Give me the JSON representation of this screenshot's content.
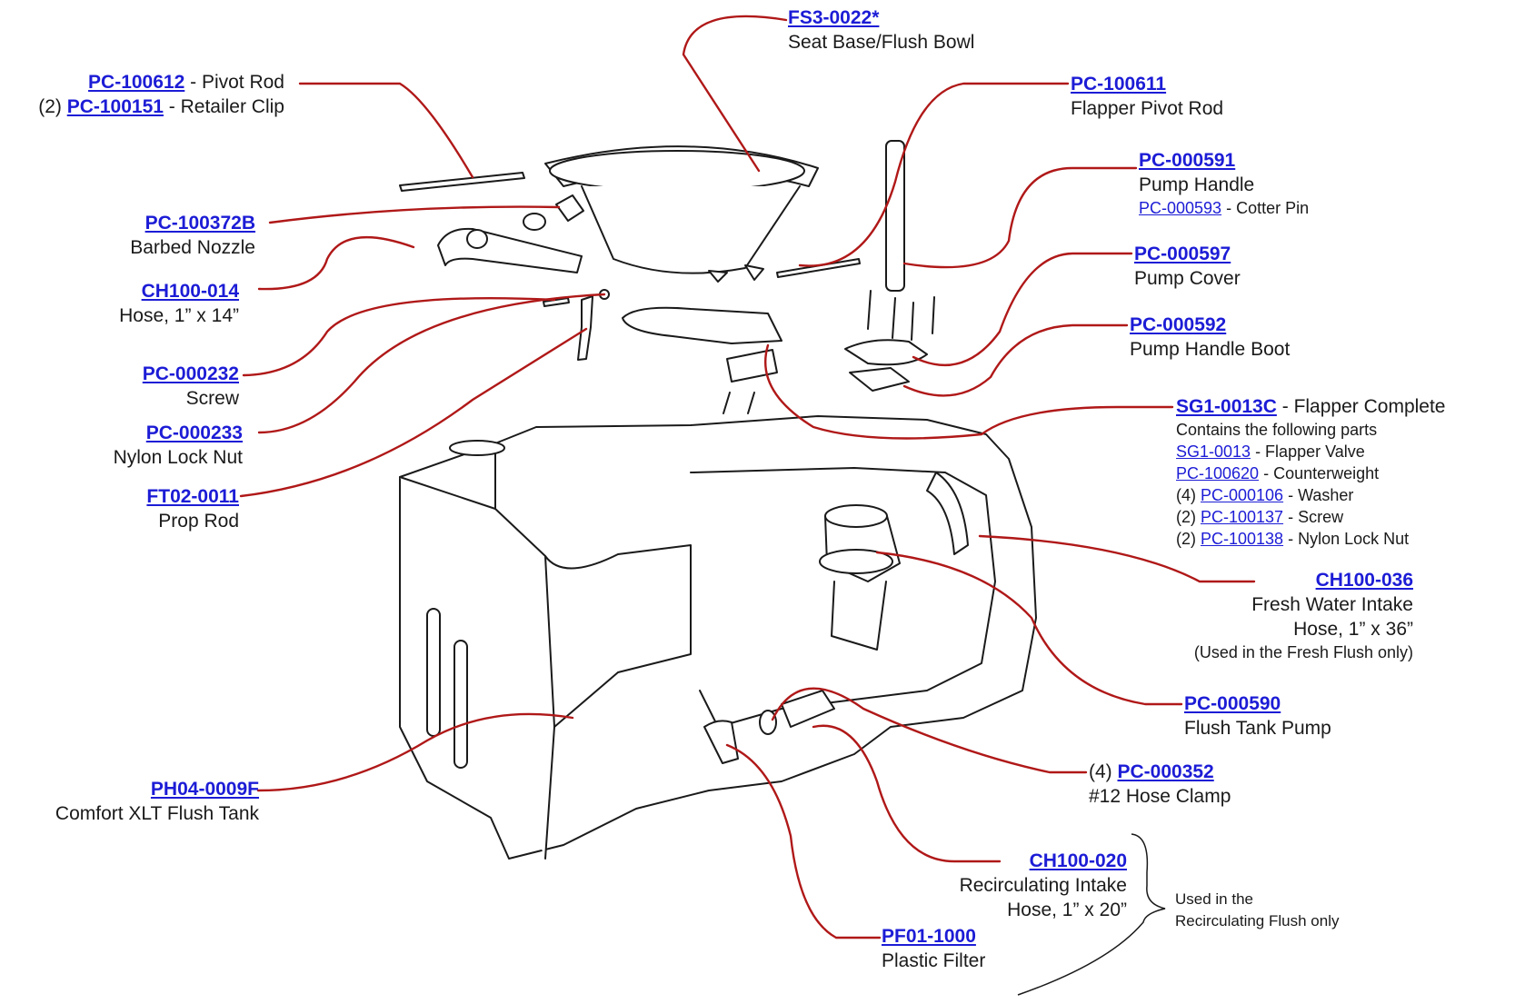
{
  "colors": {
    "leader": "#b01818",
    "link": "#1c1cd6",
    "outline": "#1a1a1a"
  },
  "parts": {
    "fs3": {
      "num": "FS3-0022*",
      "name": "Seat Base/Flush Bowl"
    },
    "pivot": {
      "num": "PC-100612",
      "name": " - Pivot Rod",
      "clip_prefix": "(2) ",
      "clip_num": "PC-100151",
      "clip_name": " - Retailer Clip"
    },
    "nozzle": {
      "num": "PC-100372B",
      "name": "Barbed Nozzle"
    },
    "hose14": {
      "num": "CH100-014",
      "name": "Hose, 1” x 14”"
    },
    "screw": {
      "num": "PC-000232",
      "name": "Screw"
    },
    "locknut": {
      "num": "PC-000233",
      "name": "Nylon Lock Nut"
    },
    "prop": {
      "num": "FT02-0011",
      "name": "Prop Rod"
    },
    "tank": {
      "num": "PH04-0009F",
      "name": "Comfort XLT Flush Tank"
    },
    "flapper_rod": {
      "num": "PC-100611",
      "name": "Flapper Pivot Rod"
    },
    "pump_handle": {
      "num": "PC-000591",
      "name": "Pump Handle",
      "sub_num": "PC-000593",
      "sub_name": " - Cotter Pin"
    },
    "pump_cover": {
      "num": "PC-000597",
      "name": "Pump Cover"
    },
    "boot": {
      "num": "PC-000592",
      "name": "Pump Handle Boot"
    },
    "flapper": {
      "num": "SG1-0013C",
      "name": " - Flapper Complete",
      "contains": "Contains the following parts",
      "items": [
        {
          "prefix": "",
          "num": "SG1-0013",
          "name": " - Flapper Valve"
        },
        {
          "prefix": "",
          "num": "PC-100620",
          "name": " - Counterweight"
        },
        {
          "prefix": "(4) ",
          "num": "PC-000106",
          "name": " - Washer"
        },
        {
          "prefix": "(2) ",
          "num": "PC-100137",
          "name": " - Screw"
        },
        {
          "prefix": "(2) ",
          "num": "PC-100138",
          "name": " - Nylon Lock Nut"
        }
      ]
    },
    "hose36": {
      "num": "CH100-036",
      "name1": "Fresh Water Intake",
      "name2": "Hose, 1” x 36”",
      "note": "(Used in the Fresh Flush only)"
    },
    "pump": {
      "num": "PC-000590",
      "name": "Flush Tank Pump"
    },
    "clamp": {
      "prefix": "(4) ",
      "num": "PC-000352",
      "name": "#12 Hose Clamp"
    },
    "hose20": {
      "num": "CH100-020",
      "name1": "Recirculating Intake",
      "name2": "Hose, 1” x 20”"
    },
    "filter": {
      "num": "PF01-1000",
      "name": "Plastic Filter"
    }
  },
  "recirc_note": {
    "line1": "Used in the",
    "line2": "Recirculating Flush only"
  }
}
